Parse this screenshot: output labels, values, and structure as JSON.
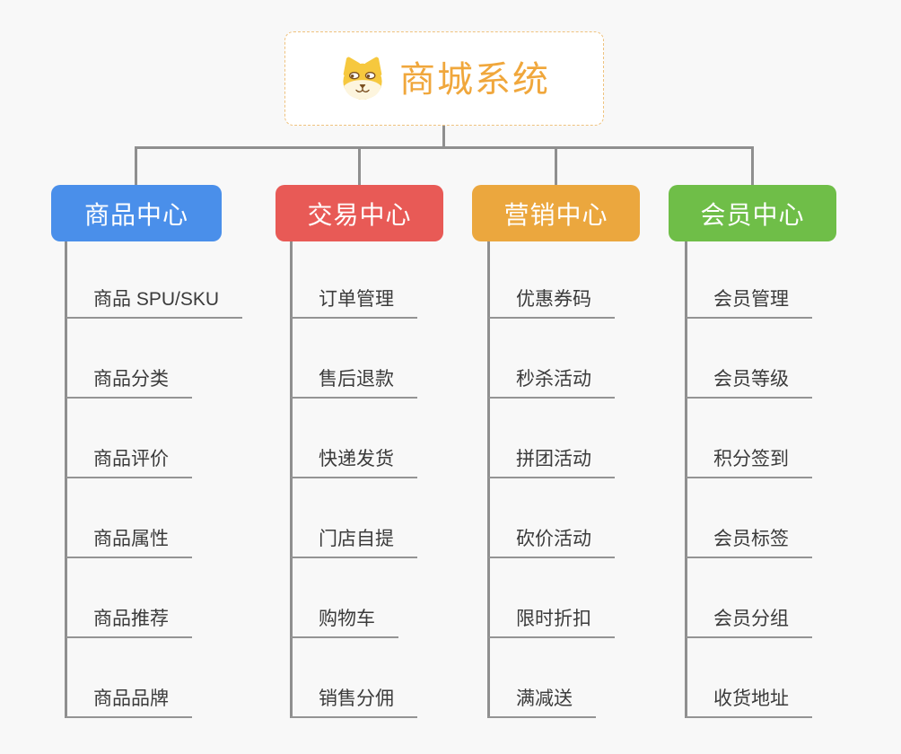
{
  "root": {
    "title": "商城系统",
    "title_color": "#F0A73C",
    "icon": "shiba-dog-icon",
    "border_color": "#EFC27E"
  },
  "connector_color": "#8F8F8F",
  "leaf_text_color": "#3B3B3B",
  "leaf_line_color": "#949494",
  "branches": [
    {
      "label": "商品中心",
      "color": "#4A8FEA",
      "items": [
        "商品 SPU/SKU",
        "商品分类",
        "商品评价",
        "商品属性",
        "商品推荐",
        "商品品牌"
      ]
    },
    {
      "label": "交易中心",
      "color": "#E85A56",
      "items": [
        "订单管理",
        "售后退款",
        "快递发货",
        "门店自提",
        "购物车",
        "销售分佣"
      ]
    },
    {
      "label": "营销中心",
      "color": "#EBA73E",
      "items": [
        "优惠券码",
        "秒杀活动",
        "拼团活动",
        "砍价活动",
        "限时折扣",
        "满减送"
      ]
    },
    {
      "label": "会员中心",
      "color": "#6FBE48",
      "items": [
        "会员管理",
        "会员等级",
        "积分签到",
        "会员标签",
        "会员分组",
        "收货地址"
      ]
    }
  ]
}
